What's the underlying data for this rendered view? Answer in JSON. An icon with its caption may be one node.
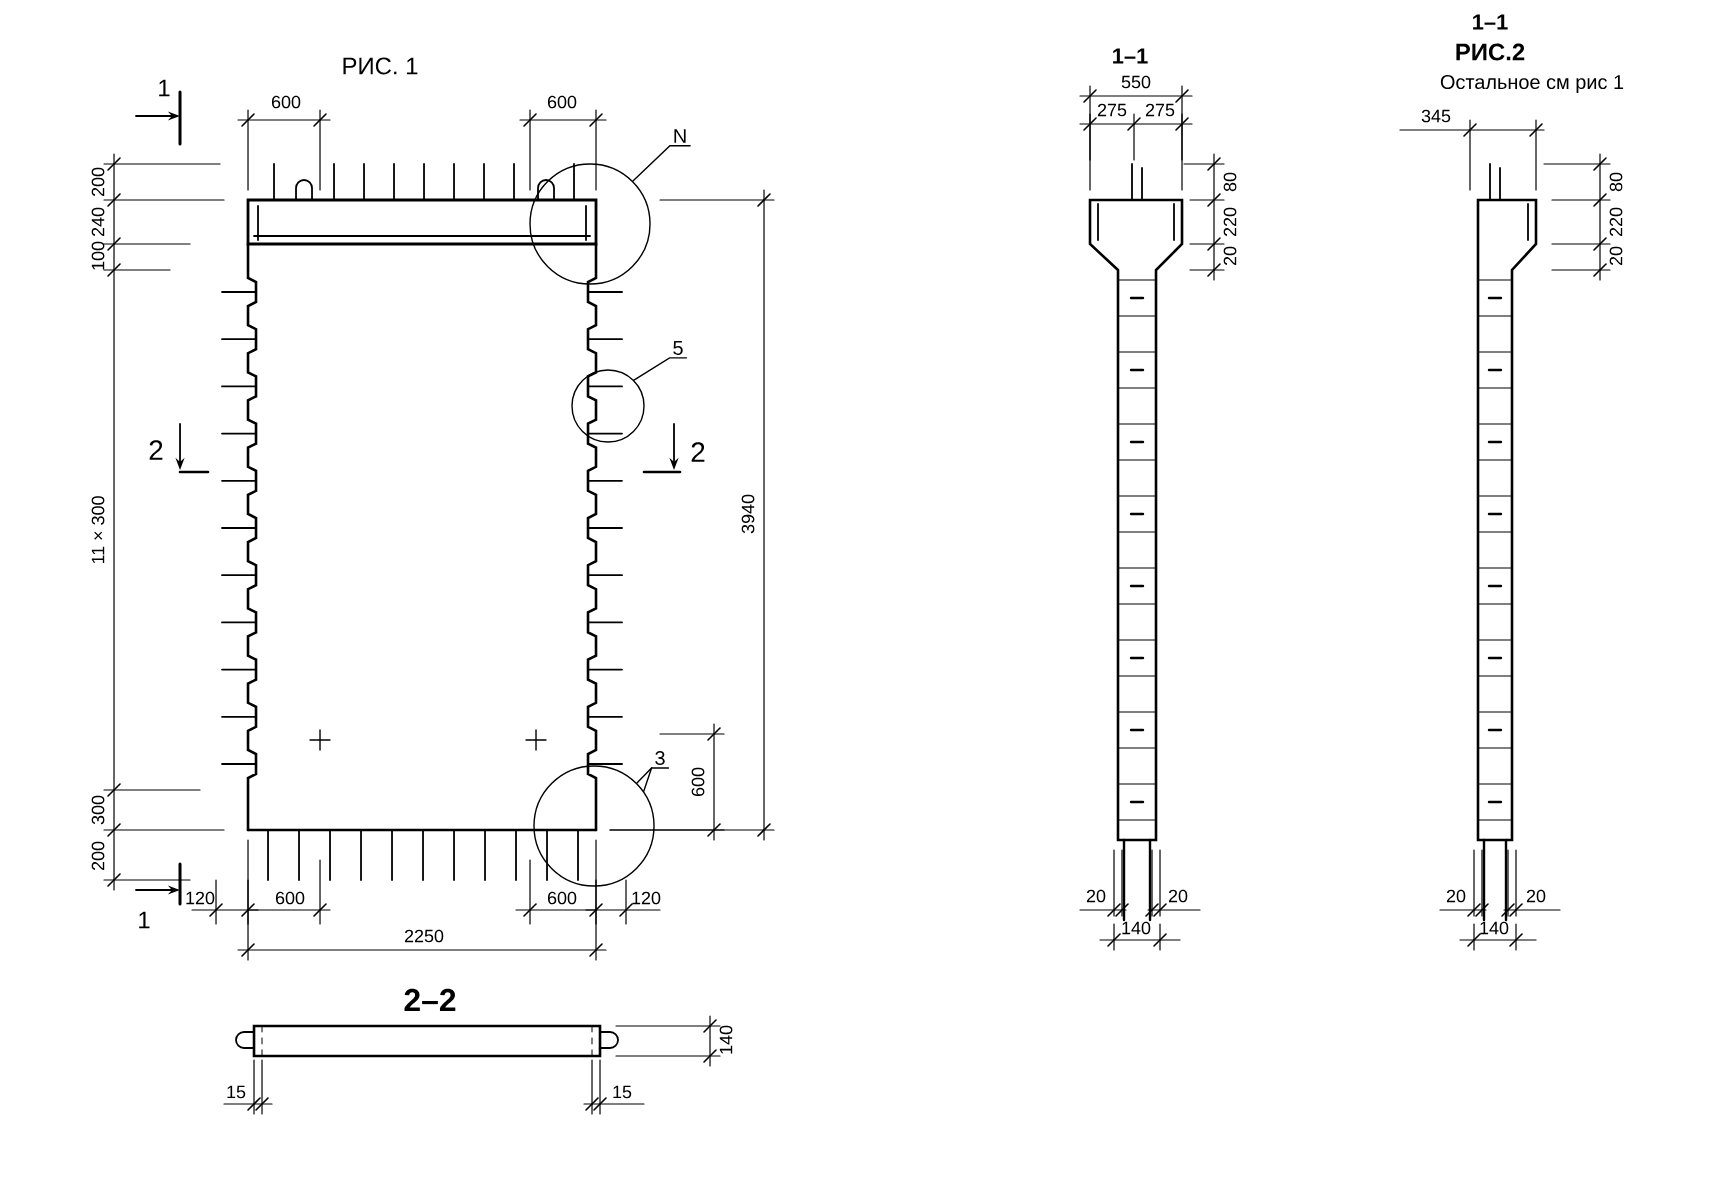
{
  "diagram": {
    "nodes": [
      {
        "text": [
          "N"
        ]
      },
      {
        "text": [],
        "shape": "circle"
      },
      {
        "text": [
          "5"
        ]
      },
      {
        "text": [],
        "shape": "circle"
      },
      {
        "text": [
          "3"
        ]
      },
      {
        "text": [],
        "shape": "circle"
      }
    ],
    "edges": [
      {
        "from": 0,
        "to": 1,
        "arrow": "none"
      },
      {
        "from": 2,
        "to": 3,
        "arrow": "none"
      },
      {
        "from": 4,
        "to": 5,
        "arrow": "none"
      },
      {
        "from": 4,
        "to": 5,
        "arrow": "none"
      }
    ],
    "labels": [
      "РИС. 1",
      "1",
      "600",
      "600",
      "200",
      "240",
      "100",
      "2",
      "2",
      "11 × 300",
      "3940",
      "600",
      "300",
      "200",
      "1",
      "120",
      "600",
      "600",
      "120",
      "2250",
      "2–2",
      "140",
      "15",
      "15",
      "1–1",
      "550",
      "275",
      "275",
      "80",
      "220",
      "20",
      "20",
      "20",
      "140",
      "1–1",
      "РИС.2",
      "Остальное см рис 1",
      "345",
      "80",
      "220",
      "20",
      "20",
      "20",
      "140"
    ]
  }
}
